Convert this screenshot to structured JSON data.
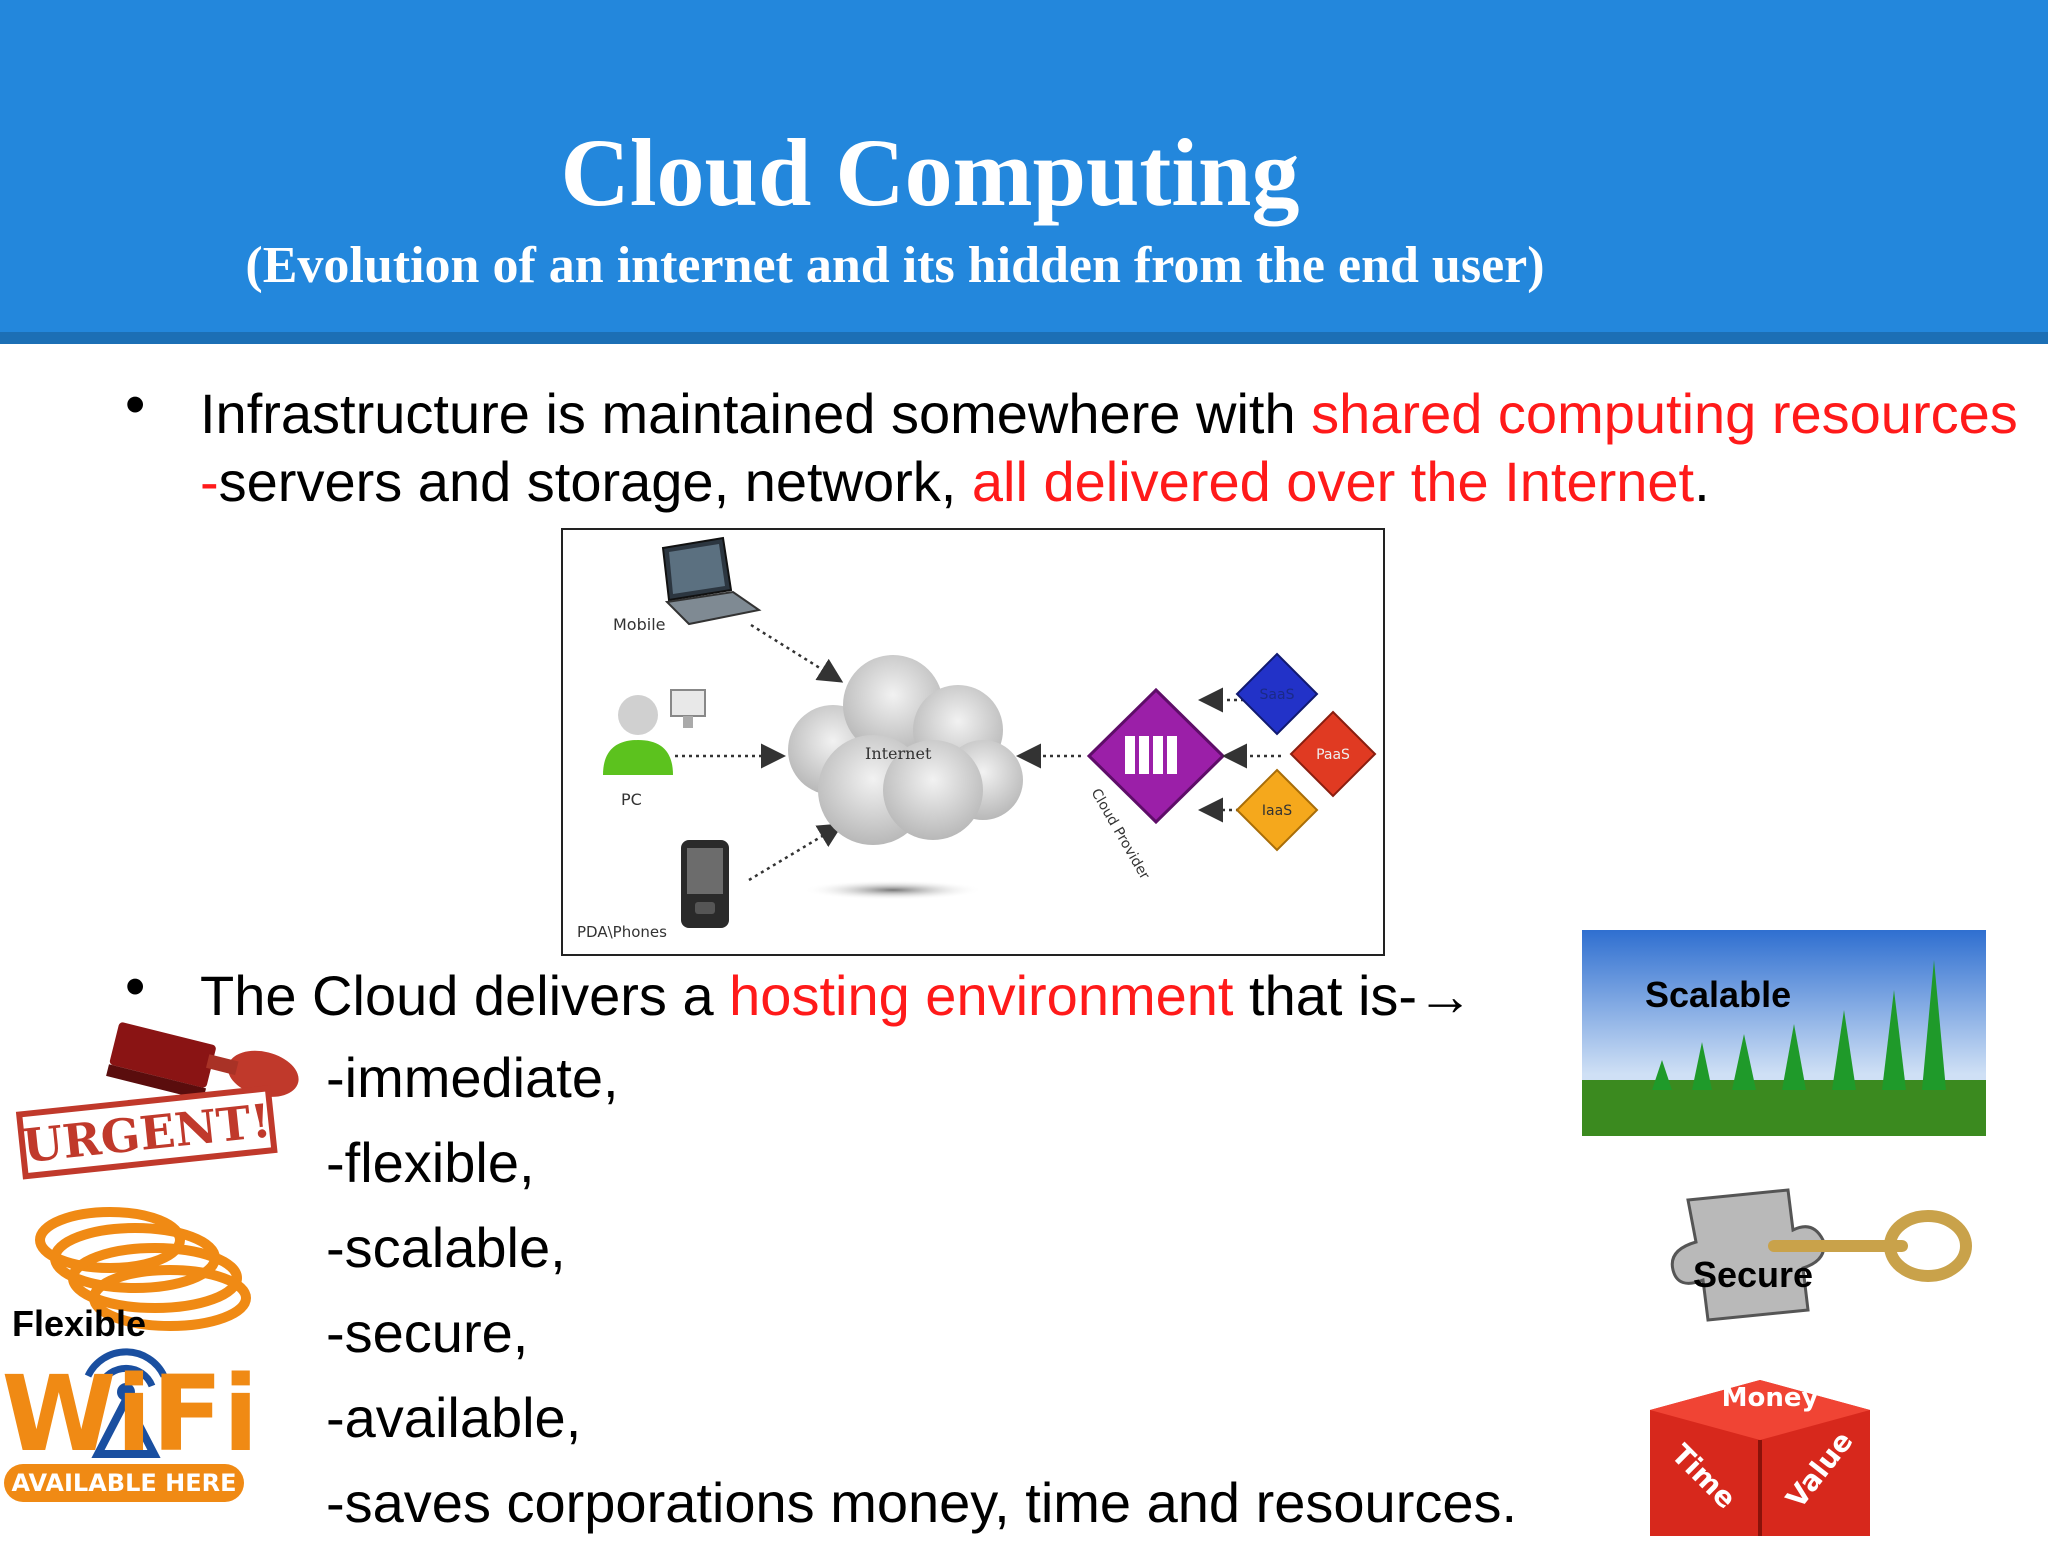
{
  "slide": {
    "title": "Cloud Computing",
    "subtitle": "(Evolution of an internet and its hidden from the end user)"
  },
  "bullet1": {
    "t1": "Infrastructure is maintained somewhere with ",
    "t2": "shared computing resources -",
    "t3": "servers and storage, network, ",
    "t4": "all delivered over the Internet",
    "t5": "."
  },
  "diagram": {
    "mobile": "Mobile",
    "pc": "PC",
    "pda": "PDA\\Phones",
    "internet": "Internet",
    "provider": "Cloud Provider",
    "saas": "SaaS",
    "paas": "PaaS",
    "iaas": "IaaS"
  },
  "bullet2": {
    "t1": "The Cloud delivers a ",
    "t2": "hosting environment",
    "t3": " that is-→"
  },
  "list": [
    "-immediate,",
    "-flexible,",
    "-scalable,",
    "-secure,",
    "-available,",
    "-saves corporations money, time and resources."
  ],
  "images": {
    "urgent": "URGENT!",
    "flexible": "Flexible",
    "wifi": "WiFi",
    "wifi_sub": "AVAILABLE HERE",
    "scalable": "Scalable",
    "secure": "Secure",
    "money": "Money",
    "time": "Time",
    "value": "Value"
  },
  "colors": {
    "header_blue": "#2387dc",
    "accent_red": "#ff1a1a"
  }
}
